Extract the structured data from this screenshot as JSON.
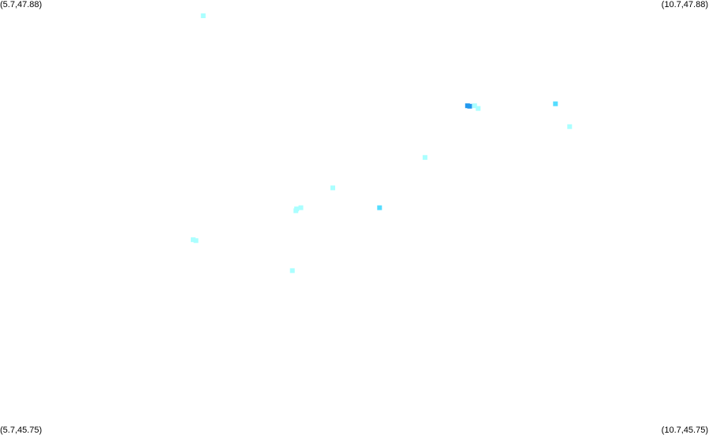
{
  "corners": {
    "top_left": "(5.7,47.88)",
    "top_right": "(10.7,47.88)",
    "bottom_left": "(5.7,45.75)",
    "bottom_right": "(10.7,45.75)"
  },
  "bounds": {
    "lon_min": 5.7,
    "lon_max": 10.7,
    "lat_min": 45.75,
    "lat_max": 47.88
  },
  "colors": {
    "light": "#aaffff",
    "medium": "#55ddff",
    "dark": "#2299ee"
  },
  "points": [
    {
      "lon": 7.133,
      "lat": 47.803,
      "level": "light"
    },
    {
      "lon": 9.617,
      "lat": 47.372,
      "level": "medium"
    },
    {
      "lon": 8.997,
      "lat": 47.362,
      "level": "dark"
    },
    {
      "lon": 9.012,
      "lat": 47.36,
      "level": "dark"
    },
    {
      "lon": 9.047,
      "lat": 47.362,
      "level": "light"
    },
    {
      "lon": 9.072,
      "lat": 47.349,
      "level": "light"
    },
    {
      "lon": 9.717,
      "lat": 47.26,
      "level": "light"
    },
    {
      "lon": 8.697,
      "lat": 47.109,
      "level": "light"
    },
    {
      "lon": 8.047,
      "lat": 46.96,
      "level": "light"
    },
    {
      "lon": 8.377,
      "lat": 46.863,
      "level": "medium"
    },
    {
      "lon": 7.822,
      "lat": 46.863,
      "level": "light"
    },
    {
      "lon": 7.792,
      "lat": 46.857,
      "level": "light"
    },
    {
      "lon": 7.787,
      "lat": 46.848,
      "level": "light"
    },
    {
      "lon": 7.062,
      "lat": 46.706,
      "level": "light"
    },
    {
      "lon": 7.082,
      "lat": 46.702,
      "level": "light"
    },
    {
      "lon": 7.762,
      "lat": 46.555,
      "level": "light"
    }
  ]
}
